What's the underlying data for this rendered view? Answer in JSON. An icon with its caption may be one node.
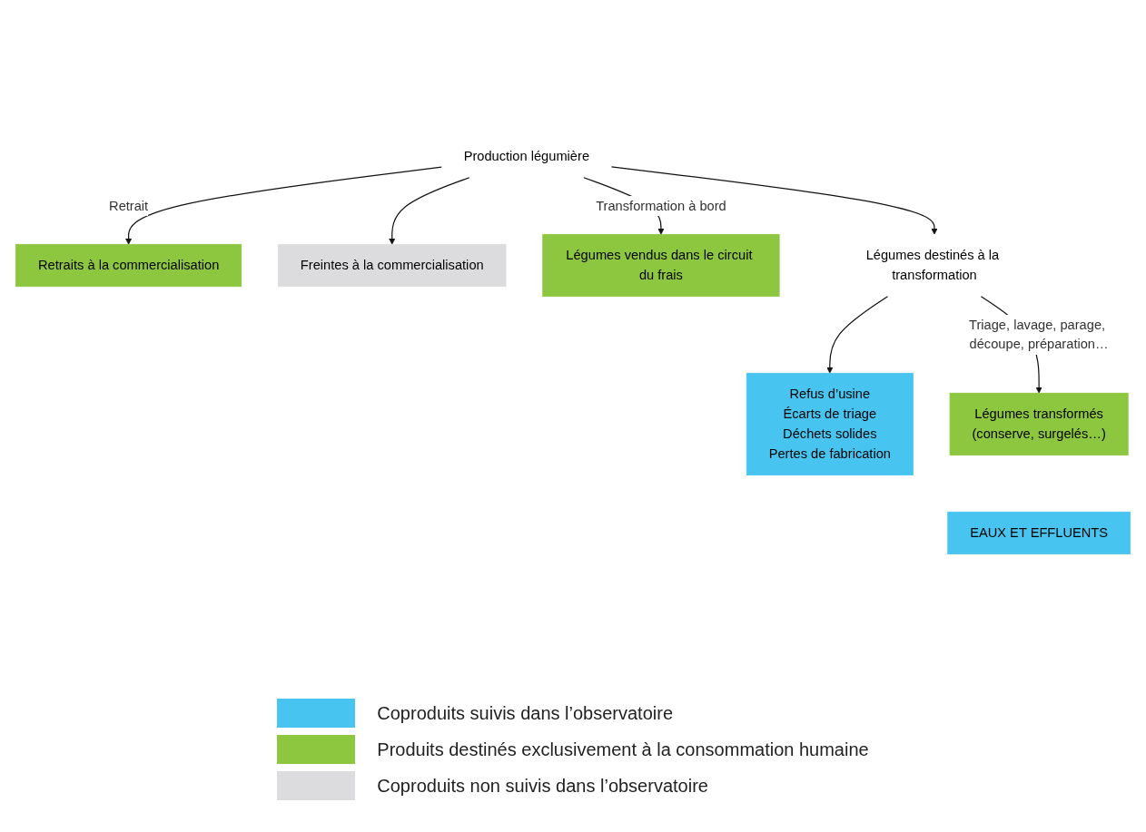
{
  "diagram": {
    "nodes": [
      {
        "text": [
          "Production légumière"
        ]
      },
      {
        "text": [
          "Retraits à la commercialisation"
        ]
      },
      {
        "text": [
          "Freintes à la commercialisation"
        ]
      },
      {
        "text": [
          "Légumes vendus dans le circuit du frais"
        ]
      },
      {
        "text": [
          "Légumes destinés à la transformation"
        ]
      },
      {
        "text": [
          "Refus d’usine",
          "Écarts de triage",
          "Déchets solides",
          "Pertes de fabrication"
        ]
      },
      {
        "text": [
          "Légumes transformés",
          "(conserve, surgelés…)"
        ]
      },
      {
        "text": [
          "EAUX ET EFFLUENTS"
        ]
      }
    ],
    "edges": [
      {
        "from": 0,
        "to": 1,
        "arrow": "to",
        "label": "Retrait"
      },
      {
        "from": 0,
        "to": 2,
        "arrow": "to"
      },
      {
        "from": 0,
        "to": 3,
        "arrow": "to",
        "label": "Transformation à bord"
      },
      {
        "from": 0,
        "to": 4,
        "arrow": "to"
      },
      {
        "from": 4,
        "to": 5,
        "arrow": "to"
      },
      {
        "from": 4,
        "to": 6,
        "arrow": "to",
        "label": "Triage, lavage, parage, découpe, préparation…"
      }
    ],
    "legend": [
      {
        "text": "Coproduits suivis dans l’observatoire",
        "color": "#47c5f0"
      },
      {
        "text": "Produits destinés exclusivement à la consommation humaine",
        "color": "#8dc63f"
      },
      {
        "text": "Coproduits non suivis dans l’observatoire",
        "color": "#dcdcde"
      }
    ]
  }
}
